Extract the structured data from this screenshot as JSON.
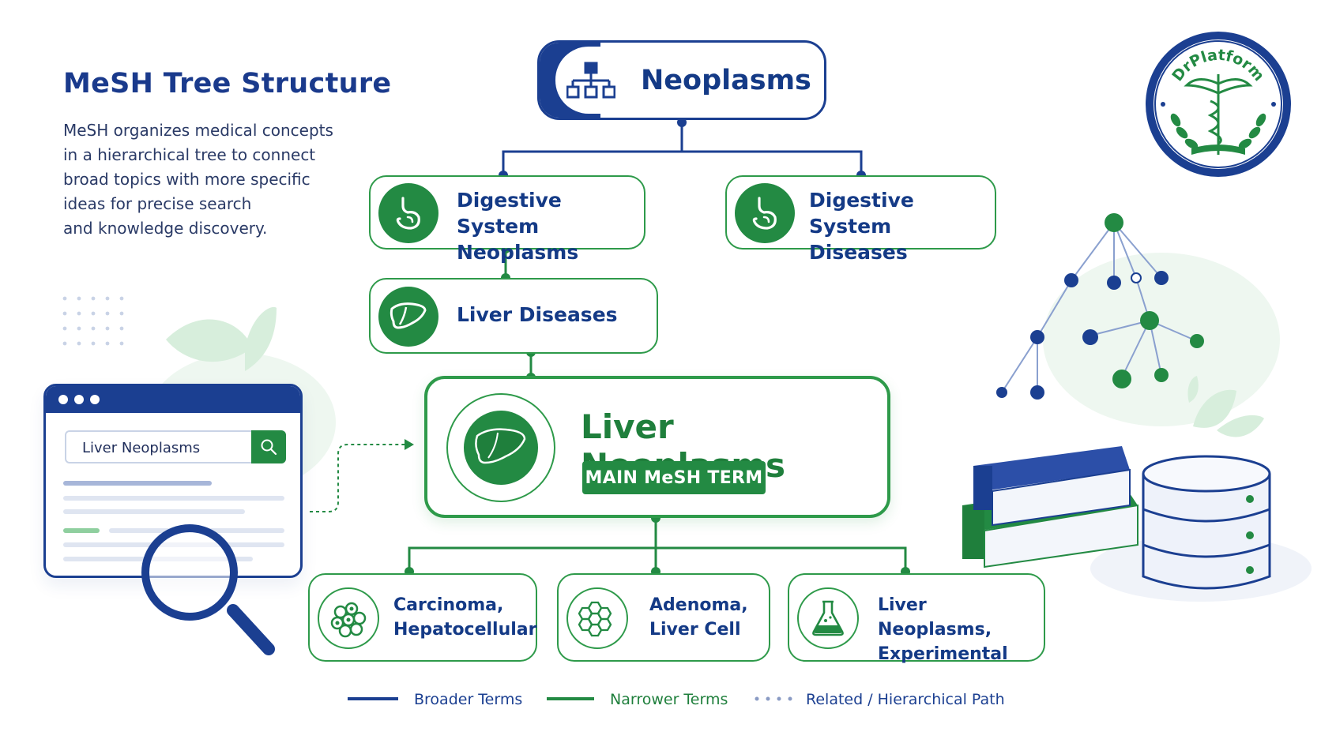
{
  "header": {
    "title": "MeSH Tree Structure",
    "description_lines": [
      "MeSH organizes medical concepts",
      "in a hierarchical tree to connect",
      "broad topics with more specific",
      "ideas for precise search",
      "and knowledge discovery."
    ]
  },
  "tree": {
    "root": {
      "label": "Neoplasms",
      "icon": "hierarchy-icon"
    },
    "level1": [
      {
        "label_lines": [
          "Digestive System",
          "Neoplasms"
        ],
        "icon": "stomach-icon"
      },
      {
        "label_lines": [
          "Digestive System",
          "Diseases"
        ],
        "icon": "stomach-icon"
      }
    ],
    "level2": {
      "label": "Liver Diseases",
      "icon": "liver-icon"
    },
    "main_term": {
      "label": "Liver Neoplasms",
      "badge": "MAIN MeSH TERM",
      "icon": "liver-icon"
    },
    "narrower": [
      {
        "label_lines": [
          "Carcinoma,",
          "Hepatocellular"
        ],
        "icon": "cells-icon"
      },
      {
        "label_lines": [
          "Adenoma,",
          "Liver Cell"
        ],
        "icon": "hexagon-cells-icon"
      },
      {
        "label_lines": [
          "Liver Neoplasms,",
          "Experimental"
        ],
        "icon": "flask-icon"
      }
    ]
  },
  "browser": {
    "search_value": "Liver Neoplasms"
  },
  "logo": {
    "text": "DrPlatform"
  },
  "legend": [
    {
      "label": "Broader Terms",
      "style": "solid",
      "color": "#1b3f91"
    },
    {
      "label": "Narrower Terms",
      "style": "solid",
      "color": "#238a43"
    },
    {
      "label": "Related / Hierarchical Path",
      "style": "dotted",
      "color": "#8a9bc4"
    }
  ],
  "colors": {
    "blue": "#1b3f91",
    "green": "#238a43",
    "light_green": "#e3f3e7"
  }
}
